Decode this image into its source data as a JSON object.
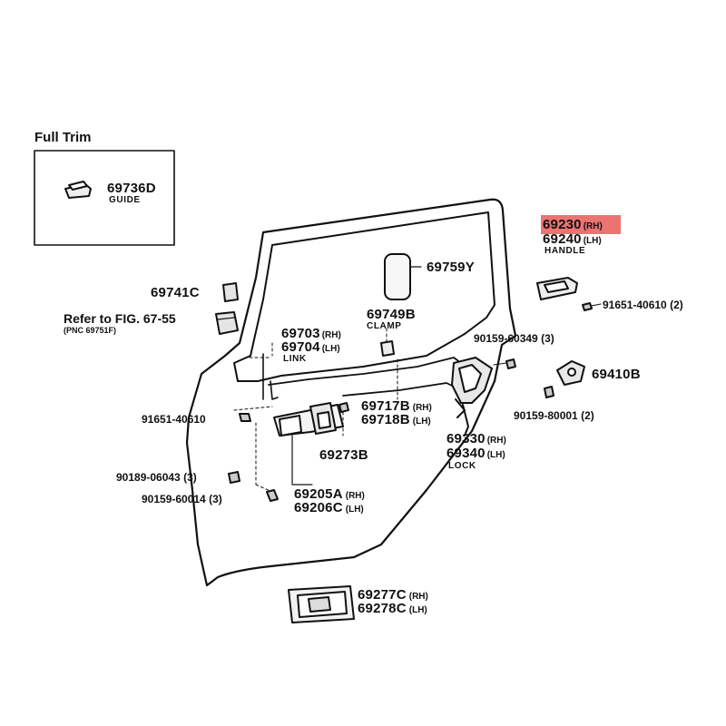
{
  "full_trim": {
    "title": "Full Trim",
    "guide_part": "69736D",
    "guide_desc": "GUIDE"
  },
  "handle": {
    "part_rh": "69230",
    "side_rh": "(RH)",
    "part_lh": "69240",
    "side_lh": "(LH)",
    "desc": "HANDLE",
    "highlight_color": "#ea5a5a"
  },
  "parts": {
    "p69759y": "69759Y",
    "p69741c": "69741C",
    "refer_title": "Refer to FIG. 67-55",
    "refer_pnc": "(PNC 69751F)",
    "p69749b": "69749B",
    "clamp_desc": "CLAMP",
    "link_rh": "69703",
    "link_rh_side": "(RH)",
    "link_lh": "69704",
    "link_lh_side": "(LH)",
    "link_desc": "LINK",
    "bolt_91651_left": "91651-40610",
    "rod_rh": "69717B",
    "rod_rh_side": "(RH)",
    "rod_lh": "69718B",
    "rod_lh_side": "(LH)",
    "p69273b": "69273B",
    "screw_90189": "90189-06043 (3)",
    "screw_90159_60014": "90159-60014 (3)",
    "inner_rh": "69205A",
    "inner_rh_side": "(RH)",
    "inner_lh": "69206C",
    "inner_lh_side": "(LH)",
    "screw_90159_60349": "90159-60349 (3)",
    "lock_rh": "69330",
    "lock_rh_side": "(RH)",
    "lock_lh": "69340",
    "lock_lh_side": "(LH)",
    "lock_desc": "LOCK",
    "striker": "69410B",
    "screw_90159_80001": "90159-80001 (2)",
    "bolt_91651_right": "91651-40610 (2)",
    "bezel_rh": "69277C",
    "bezel_rh_side": "(RH)",
    "bezel_lh": "69278C",
    "bezel_lh_side": "(LH)"
  }
}
